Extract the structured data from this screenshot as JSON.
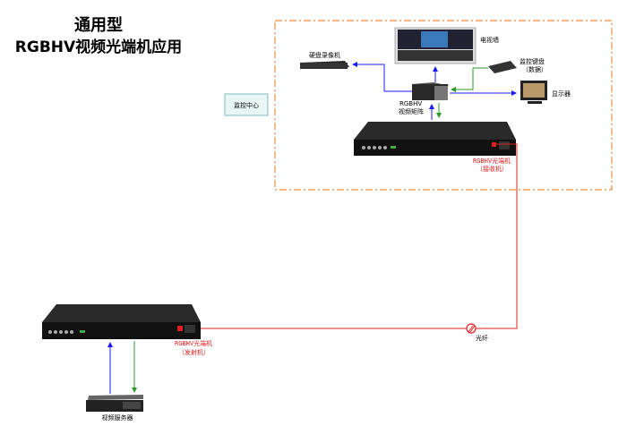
{
  "title": {
    "line1": "通用型",
    "line2": "RGBHV视频光端机应用"
  },
  "control_center": {
    "label": "监控中心",
    "border_color": "#f08a3c"
  },
  "devices": {
    "dvr": "硬盘录像机",
    "tv_wall": "电视墙",
    "keyboard_line1": "监控键盘",
    "keyboard_line2": "（数据）",
    "monitor": "显示器",
    "matrix_line1": "RGBHV",
    "matrix_line2": "视频矩阵",
    "receiver_line1": "RGBHV光端机",
    "receiver_line2": "（接收机）",
    "transmitter_line1": "RGBHV光端机",
    "transmitter_line2": "（发射机）",
    "fiber": "光纤",
    "server": "视频服务器"
  },
  "colors": {
    "video": "#1a1aff",
    "data": "#2a9a2a",
    "fiber": "#e02020"
  }
}
